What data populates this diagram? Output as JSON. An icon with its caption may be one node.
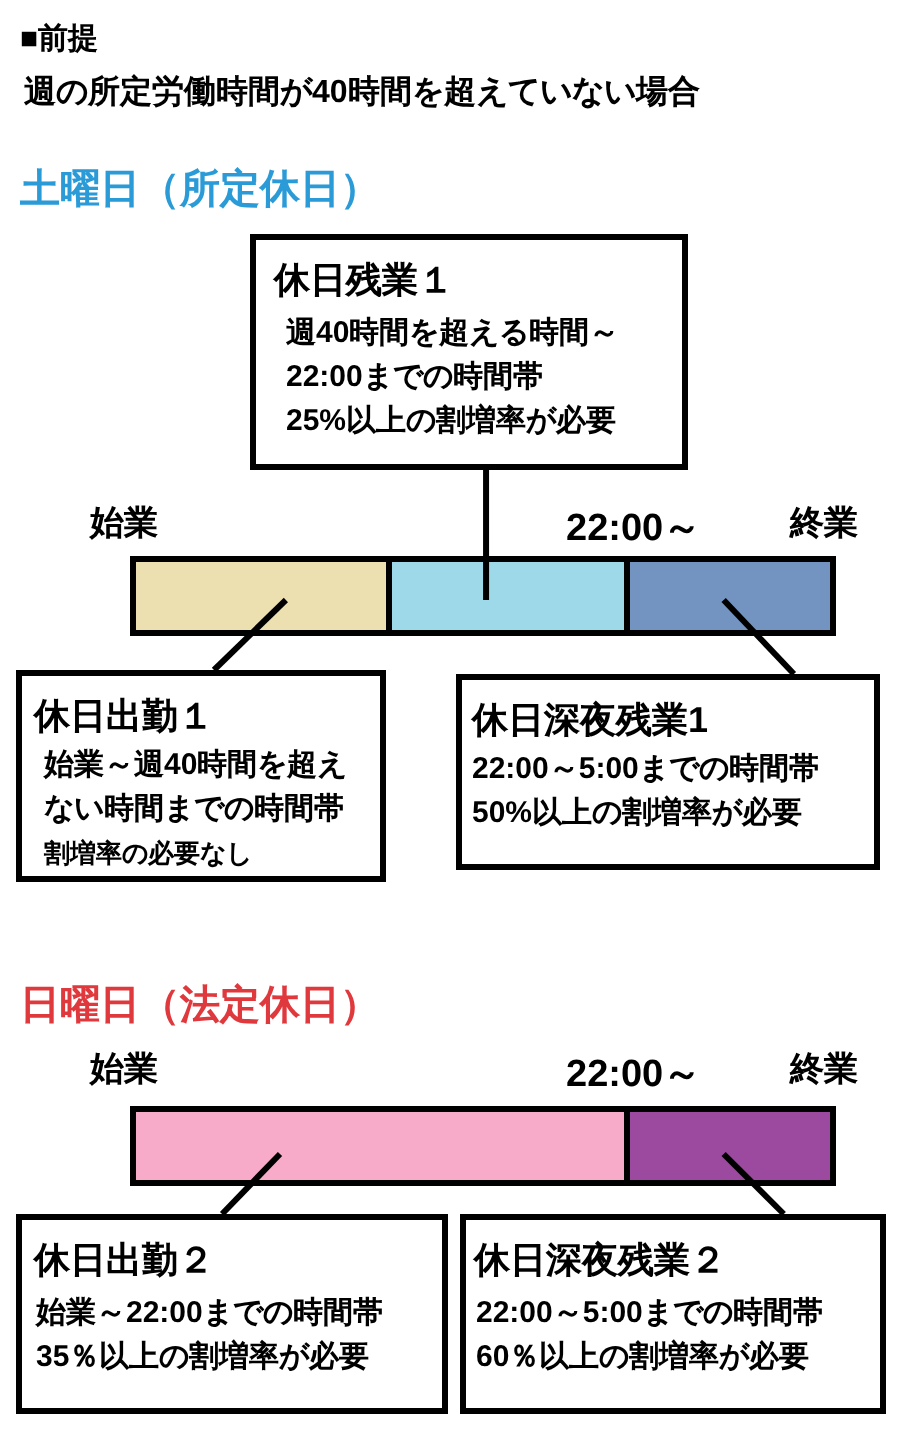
{
  "diagram": {
    "nodes": [
      {
        "text": [
          "休日残業１",
          "週40時間を超える時間～22:00までの時間帯",
          "25%以上の割増率が必要"
        ]
      },
      {
        "text": [],
        "shape": "bar"
      },
      {
        "text": [],
        "shape": "bar"
      },
      {
        "text": [],
        "shape": "bar"
      },
      {
        "text": [
          "休日出勤１",
          "始業～週40時間を超えない時間までの時間帯",
          "割増率の必要なし"
        ]
      },
      {
        "text": [
          "休日深夜残業1",
          "22:00～5:00までの時間帯",
          "50%以上の割増率が必要"
        ]
      },
      {
        "text": [],
        "shape": "bar"
      },
      {
        "text": [],
        "shape": "bar"
      },
      {
        "text": [
          "休日出勤２",
          "始業～22:00までの時間帯",
          "35％以上の割増率が必要"
        ]
      },
      {
        "text": [
          "休日深夜残業２",
          "22:00～5:00までの時間帯",
          "60％以上の割増率が必要"
        ]
      }
    ],
    "edges": [
      {
        "from": 0,
        "to": 2,
        "arrow": "none"
      },
      {
        "from": 4,
        "to": 1,
        "arrow": "none"
      },
      {
        "from": 5,
        "to": 3,
        "arrow": "none"
      },
      {
        "from": 8,
        "to": 6,
        "arrow": "none"
      },
      {
        "from": 9,
        "to": 7,
        "arrow": "none"
      }
    ],
    "labels": [
      "■前提",
      "週の所定労働時間が40時間を超えていない場合",
      "土曜日（所定休日）",
      "始業",
      "22:00～",
      "終業",
      "日曜日（法定休日）",
      "始業",
      "22:00～",
      "終業"
    ]
  }
}
